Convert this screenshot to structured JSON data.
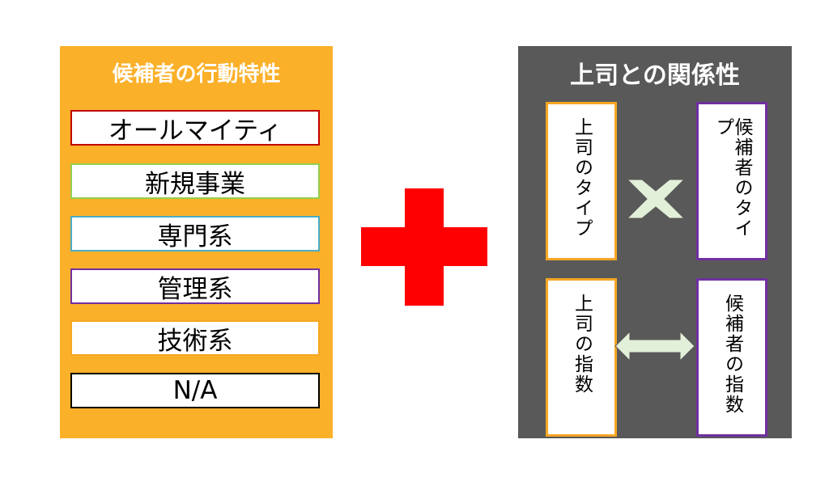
{
  "left": {
    "title": "候補者の行動特性",
    "traits": [
      {
        "label": "オールマイティ",
        "border": "#c00000"
      },
      {
        "label": "新規事業",
        "border": "#92d050"
      },
      {
        "label": "専門系",
        "border": "#4bacc6"
      },
      {
        "label": "管理系",
        "border": "#7030a0"
      },
      {
        "label": "技術系",
        "border": "#f5a623"
      },
      {
        "label": "N/A",
        "border": "#000000"
      }
    ]
  },
  "right": {
    "title": "上司との関係性",
    "boss_type": "上司のタイプ",
    "candidate_type": "候補者のタイプ",
    "boss_index": "上司の指数",
    "candidate_index": "候補者の指数"
  },
  "colors": {
    "left_panel": "#fbb02a",
    "right_panel": "#595959",
    "plus": "#ff0000",
    "connector_fill": "#e2efd9"
  },
  "icons": {
    "plus": "plus-icon",
    "cross": "cross-icon",
    "double_arrow": "double-arrow-icon"
  }
}
